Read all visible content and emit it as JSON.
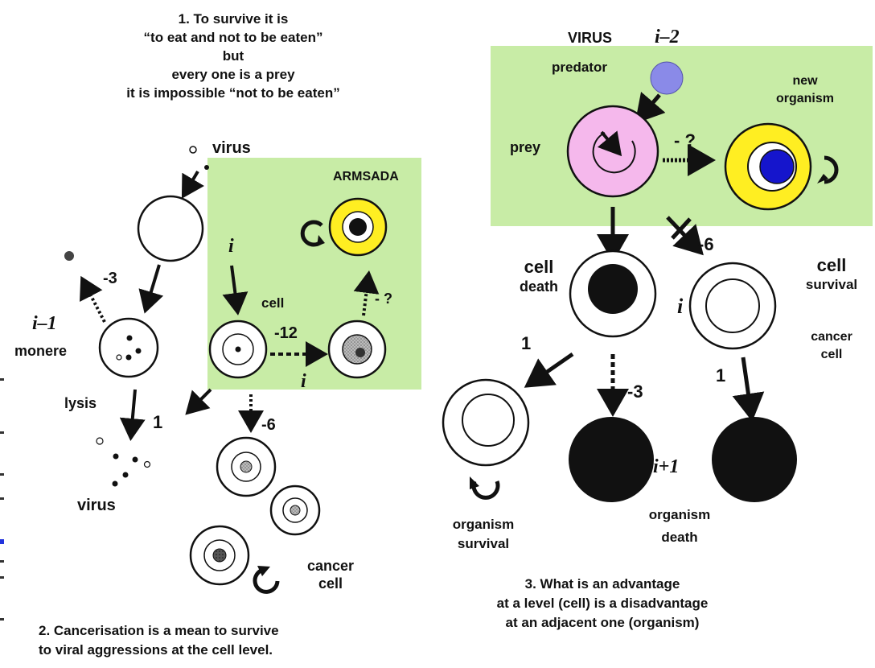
{
  "caption1": {
    "line1": "1. To survive it is",
    "line2": "“to eat and not to be eaten”",
    "line3": "but",
    "line4": "every one is a prey",
    "line5": "it is impossible “not to be eaten”"
  },
  "left": {
    "virus_top": "virus",
    "armsada": "ARMSADA",
    "cell": "cell",
    "i_cell": "i",
    "i_minus_1": "i–1",
    "monere": "monere",
    "lysis": "lysis",
    "virus_bottom": "virus",
    "cancer_cell_line1": "cancer",
    "cancer_cell_line2": "cell",
    "edge_minus3": "-3",
    "edge_minus12": "-12",
    "edge_q": "- ?",
    "edge_one": "1",
    "edge_minus6": "-6",
    "i_below": "i"
  },
  "caption2": {
    "line1": "2. Cancerisation is a mean to survive",
    "line2": "to viral aggressions at the cell level."
  },
  "right": {
    "virus": "VIRUS",
    "i_minus_2": "i–2",
    "predator": "predator",
    "new_organism_line1": "new",
    "new_organism_line2": "organism",
    "prey": "prey",
    "edge_q": "- ?",
    "edge_minus6": "-6",
    "cell_death_line1": "cell",
    "cell_death_line2": "death",
    "cell_survival_line1": "cell",
    "cell_survival_line2": "survival",
    "i_mid": "i",
    "cancer_cell_line1": "cancer",
    "cancer_cell_line2": "cell",
    "edge_one_left": "1",
    "edge_minus3": "-3",
    "edge_one_right": "1",
    "i_plus_1": "i+1",
    "organism_survival_line1": "organism",
    "organism_survival_line2": "survival",
    "organism_death_line1": "organism",
    "organism_death_line2": "death"
  },
  "caption3": {
    "line1": "3. What is an advantage",
    "line2": "at a level (cell) is a disadvantage",
    "line3": "at an adjacent one (organism)"
  },
  "colors": {
    "green_panel": "#c8eca6",
    "yellow": "#ffee22",
    "pink": "#f5b8ec",
    "virus_blue": "#8a8ae8",
    "nucleus_blue": "#1515cc"
  }
}
